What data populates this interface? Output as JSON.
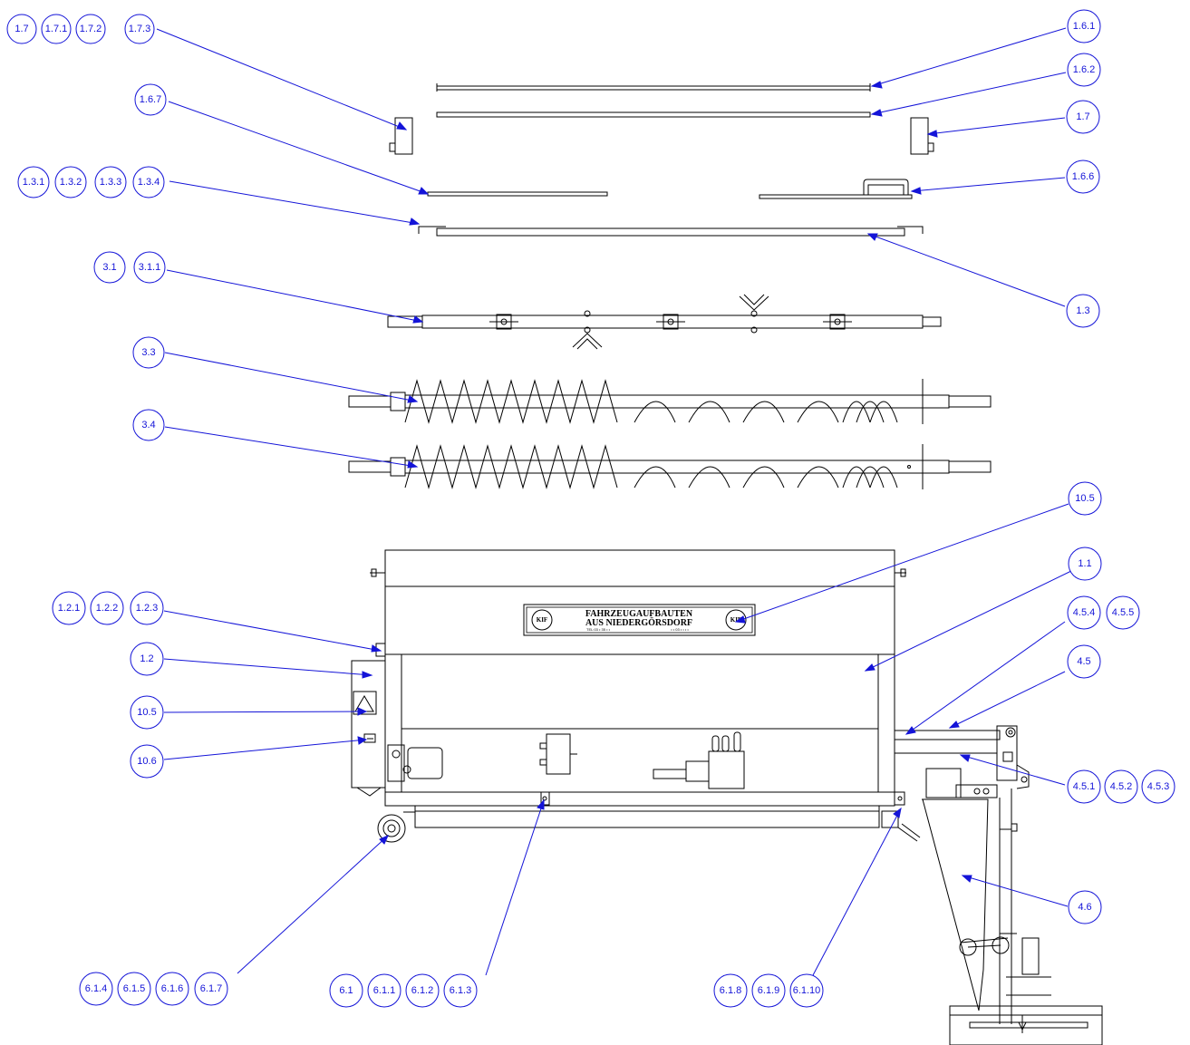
{
  "callouts": [
    {
      "id": "c-1-7-group",
      "labels": [
        "1.7",
        "1.7.1",
        "1.7.2",
        "1.7.3"
      ]
    },
    {
      "id": "c-1-6-7",
      "labels": [
        "1.6.7"
      ]
    },
    {
      "id": "c-1-3-group",
      "labels": [
        "1.3.1",
        "1.3.2",
        "1.3.3",
        "1.3.4"
      ]
    },
    {
      "id": "c-3-1-group",
      "labels": [
        "3.1",
        "3.1.1"
      ]
    },
    {
      "id": "c-3-3",
      "labels": [
        "3.3"
      ]
    },
    {
      "id": "c-3-4",
      "labels": [
        "3.4"
      ]
    },
    {
      "id": "c-1-6-1",
      "labels": [
        "1.6.1"
      ]
    },
    {
      "id": "c-1-6-2",
      "labels": [
        "1.6.2"
      ]
    },
    {
      "id": "c-1-7-right",
      "labels": [
        "1.7"
      ]
    },
    {
      "id": "c-1-6-6",
      "labels": [
        "1.6.6"
      ]
    },
    {
      "id": "c-1-3",
      "labels": [
        "1.3"
      ]
    },
    {
      "id": "c-10-5-top",
      "labels": [
        "10.5"
      ]
    },
    {
      "id": "c-1-1",
      "labels": [
        "1.1"
      ]
    },
    {
      "id": "c-4-5-4-group",
      "labels": [
        "4.5.4",
        "4.5.5"
      ]
    },
    {
      "id": "c-4-5",
      "labels": [
        "4.5"
      ]
    },
    {
      "id": "c-4-5-1-group",
      "labels": [
        "4.5.1",
        "4.5.2",
        "4.5.3"
      ]
    },
    {
      "id": "c-4-6",
      "labels": [
        "4.6"
      ]
    },
    {
      "id": "c-1-2-group",
      "labels": [
        "1.2.1",
        "1.2.2",
        "1.2.3"
      ]
    },
    {
      "id": "c-1-2",
      "labels": [
        "1.2"
      ]
    },
    {
      "id": "c-10-5-left",
      "labels": [
        "10.5"
      ]
    },
    {
      "id": "c-10-6",
      "labels": [
        "10.6"
      ]
    },
    {
      "id": "c-6-1-4-group",
      "labels": [
        "6.1.4",
        "6.1.5",
        "6.1.6",
        "6.1.7"
      ]
    },
    {
      "id": "c-6-1-group",
      "labels": [
        "6.1",
        "6.1.1",
        "6.1.2",
        "6.1.3"
      ]
    },
    {
      "id": "c-6-1-8-group",
      "labels": [
        "6.1.8",
        "6.1.9",
        "6.1.10"
      ]
    }
  ],
  "nameplate": {
    "line1": "FAHRZEUGAUFBAUTEN",
    "line2": "AUS NIEDERGÖRSDORF",
    "small_left": "TEL:03 • 35 • •",
    "small_right": "• • 03 • • • •",
    "logo_left": "KIF",
    "logo_right": "KIF"
  },
  "colors": {
    "callout": "#1414d8",
    "line": "#000000",
    "background": "#ffffff"
  }
}
